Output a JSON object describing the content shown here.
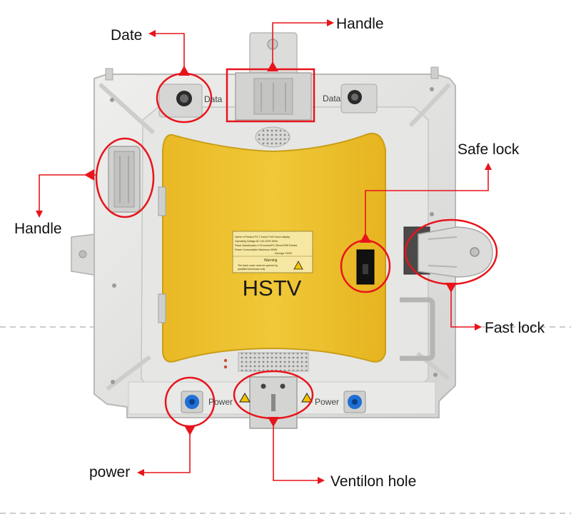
{
  "panel": {
    "brand_text": "HSTV",
    "data_port_label": "Data",
    "power_port_label": "Power",
    "warning_title": "Warning",
    "label_plate_lines": [
      "Name of Product  P4.7 Indoor Full Colour display",
      "Operating Voltage  AC 110-220V    50Hz",
      "Panel Specification  4.76 Inches/P4.76mm/FMS Entries",
      "Power Consumption  Maximum    300W",
      "Average    120W"
    ],
    "warning_lines": [
      "The back cover must be opened by",
      "qualified technician only"
    ]
  },
  "callouts": {
    "date": "Date",
    "handle_top": "Handle",
    "handle_left": "Handle",
    "safe_lock": "Safe lock",
    "fast_lock": "Fast lock",
    "power": "power",
    "ventilation_hole": "Ventilon hole"
  },
  "colors": {
    "annotation_red": "#e8141b",
    "frame_grey": "#e3e3e1",
    "cover_yellow": "#ecc12e",
    "connector_blue": "#1f6fd6"
  },
  "icons": {
    "warning": "warning-triangle-icon",
    "arrow": "arrowhead-icon"
  }
}
